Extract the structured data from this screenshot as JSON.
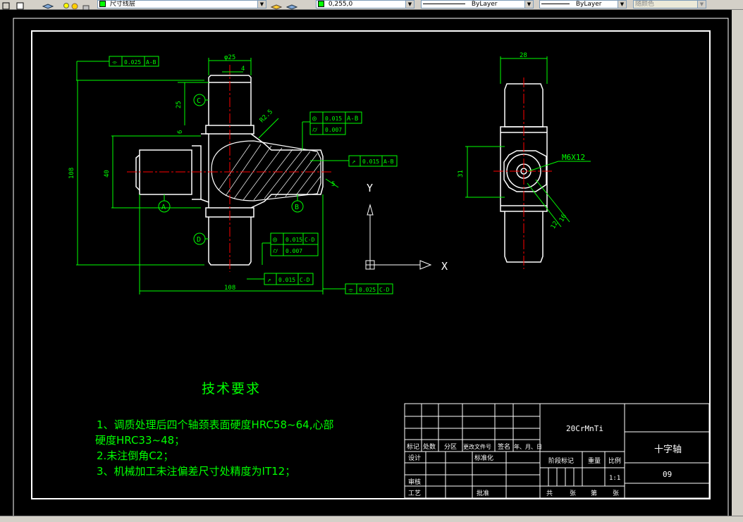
{
  "toolbar": {
    "layer_name": "尺寸线层",
    "color_value": "0,255,0",
    "linetype_value": "ByLayer",
    "lineweight_value": "ByLayer",
    "plotstyle_value": "随颜色"
  },
  "colors": {
    "drawing_line": "#00ff00",
    "frame": "#ffffff",
    "center_line": "#ff0000",
    "part_outline": "#ffffff",
    "background": "#000000"
  },
  "front_view": {
    "dims": {
      "top_diameter": "φ25",
      "top_step": "4",
      "overall_height": "108",
      "length_25": "25",
      "small_6": "6",
      "height_40": "40",
      "overall_width": "108",
      "radius": "R2.5",
      "chamfer_label": "5"
    },
    "datums": {
      "a": "A",
      "b": "B",
      "c": "C",
      "d": "D"
    },
    "tolerances": {
      "top_left": {
        "symbol": "⌯",
        "value": "0.025",
        "datum": "A-B"
      },
      "right_circ": {
        "symbol": "◎",
        "value": "0.015",
        "datum": "A-B"
      },
      "right_cyl": {
        "symbol": "⌭",
        "value": "0.007"
      },
      "right_runout": {
        "symbol": "↗",
        "value": "0.015",
        "datum": "A-B"
      },
      "bottom_circ": {
        "symbol": "◎",
        "value": "0.015",
        "datum": "C-D"
      },
      "bottom_cyl": {
        "symbol": "⌭",
        "value": "0.007"
      },
      "bottom_runout": {
        "symbol": "↗",
        "value": "0.015",
        "datum": "C-D"
      },
      "bottom_sym": {
        "symbol": "⌯",
        "value": "0.025",
        "datum": "C-D"
      }
    }
  },
  "ucs": {
    "x_label": "X",
    "y_label": "Y"
  },
  "side_view": {
    "dims": {
      "width": "28",
      "height": "31",
      "thread": "M6X12",
      "depth1": "12",
      "depth2": "16"
    }
  },
  "technical_requirements": {
    "title": "技术要求",
    "line1": "1、调质处理后四个轴颈表面硬度HRC58~64,心部",
    "line2": "硬度HRC33~48；",
    "line3": "2.未注倒角C2；",
    "line4": "3、机械加工未注偏差尺寸处精度为IT12；"
  },
  "title_block": {
    "material": "20CrMnTi",
    "part_name": "十字轴",
    "drawing_no": "09",
    "scale": "1:1",
    "headers": {
      "mark": "标记",
      "count": "处数",
      "zone": "分区",
      "change_doc": "更改文件号",
      "signature": "签名",
      "date": "年、月、日",
      "design": "设计",
      "standardize": "标准化",
      "stage_mark": "阶段标记",
      "weight": "重量",
      "scale_label": "比例",
      "review": "审核",
      "process": "工艺",
      "approve": "批准",
      "total": "共",
      "sheets": "张",
      "sheet_no": "第",
      "sheet": "张"
    }
  }
}
